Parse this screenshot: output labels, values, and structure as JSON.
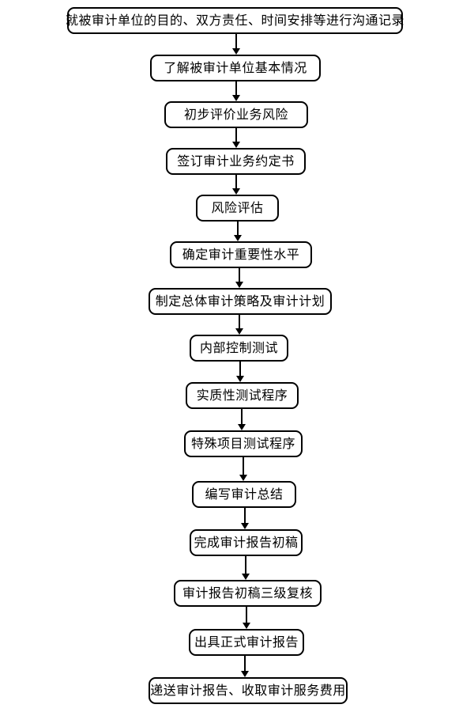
{
  "flowchart": {
    "type": "flowchart",
    "direction": "top-down",
    "colors": {
      "node_border": "#000000",
      "node_fill": "#ffffff",
      "text": "#000000",
      "connector": "#000000",
      "page_background": "#ffffff"
    },
    "steps": [
      {
        "id": 1,
        "label": "就被审计单位的目的、双方责任、时间安排等进行沟通记录"
      },
      {
        "id": 2,
        "label": "了解被审计单位基本情况"
      },
      {
        "id": 3,
        "label": "初步评价业务风险"
      },
      {
        "id": 4,
        "label": "签订审计业务约定书"
      },
      {
        "id": 5,
        "label": "风险评估"
      },
      {
        "id": 6,
        "label": "确定审计重要性水平"
      },
      {
        "id": 7,
        "label": "制定总体审计策略及审计计划"
      },
      {
        "id": 8,
        "label": "内部控制测试"
      },
      {
        "id": 9,
        "label": "实质性测试程序"
      },
      {
        "id": 10,
        "label": "特殊项目测试程序"
      },
      {
        "id": 11,
        "label": "编写审计总结"
      },
      {
        "id": 12,
        "label": "完成审计报告初稿"
      },
      {
        "id": 13,
        "label": "审计报告初稿三级复核"
      },
      {
        "id": 14,
        "label": "出具正式审计报告"
      },
      {
        "id": 15,
        "label": "递送审计报告、收取审计服务费用"
      }
    ]
  }
}
